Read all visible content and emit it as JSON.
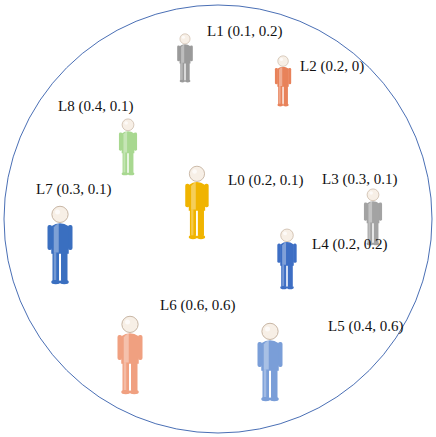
{
  "diagram": {
    "labels": [
      "L1 (0.1, 0.2)",
      "L2 (0.2, 0)",
      "L8 (0.4, 0.1)",
      "L3 (0.3, 0.1)",
      "L0 (0.2, 0.1)",
      "L7 (0.3, 0.1)",
      "L4 (0.2, 0.2)",
      "L6 (0.6, 0.6)",
      "L5 (0.4, 0.6)"
    ]
  }
}
